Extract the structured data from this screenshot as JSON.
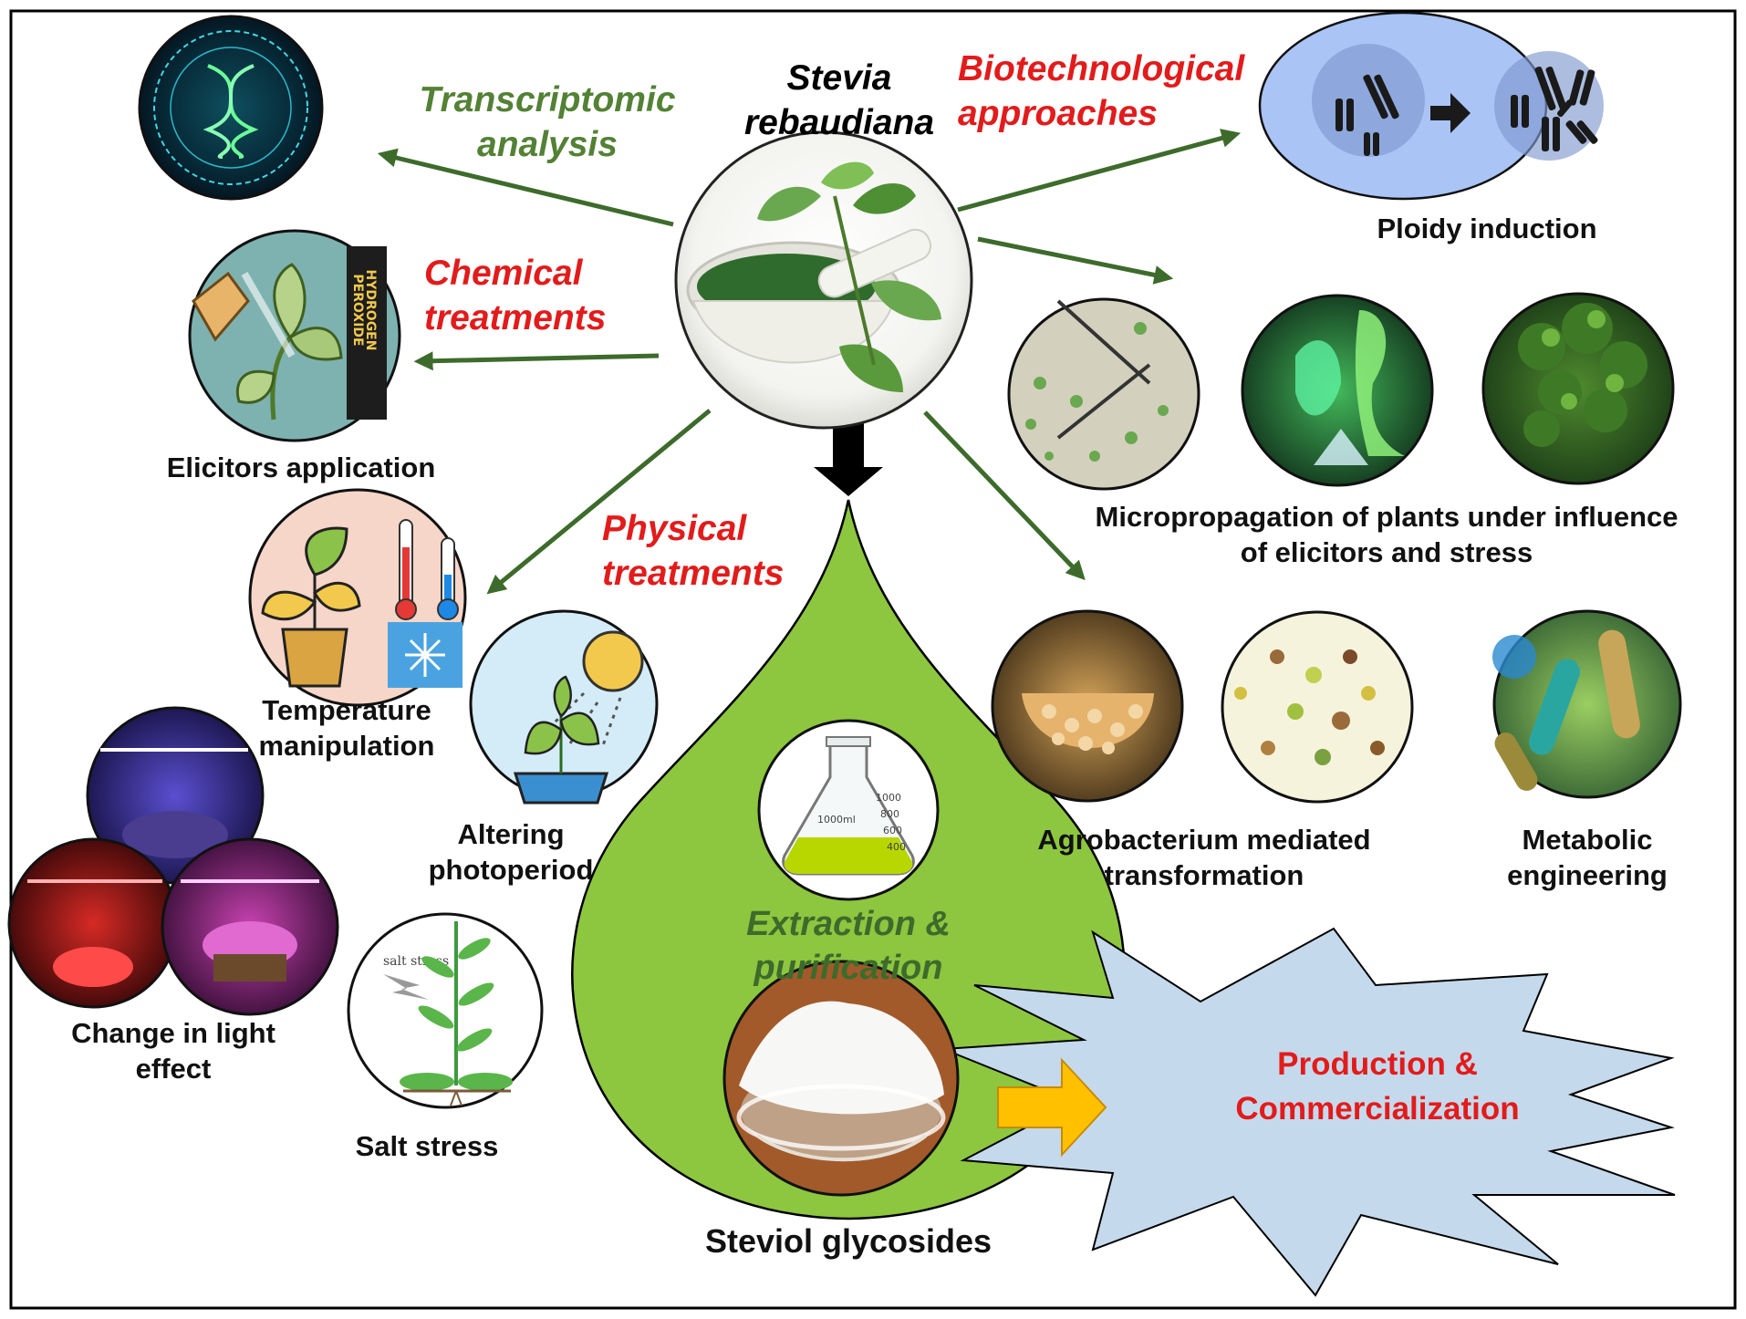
{
  "title": {
    "line1": "Stevia",
    "line2": "rebaudiana"
  },
  "categories": {
    "transcriptomic": {
      "line1": "Transcriptomic",
      "line2": "analysis"
    },
    "biotechnological": {
      "line1": "Biotechnological",
      "line2": "approaches"
    },
    "chemical": {
      "line1": "Chemical",
      "line2": "treatments"
    },
    "physical": {
      "line1": "Physical",
      "line2": "treatments"
    }
  },
  "captions": {
    "ploidy": "Ploidy induction",
    "elicitors": "Elicitors application",
    "micropropagation": {
      "line1": "Micropropagation of plants under influence",
      "line2": "of elicitors and stress"
    },
    "temperature": {
      "line1": "Temperature",
      "line2": "manipulation"
    },
    "photoperiod": {
      "line1": "Altering",
      "line2": "photoperiod"
    },
    "light": {
      "line1": "Change in light",
      "line2": "effect"
    },
    "salt": "Salt stress",
    "agrobacterium": {
      "line1": "Agrobacterium mediated",
      "line2": "transformation"
    },
    "metabolic": {
      "line1": "Metabolic",
      "line2": "engineering"
    }
  },
  "drop": {
    "extraction": {
      "line1": "Extraction &",
      "line2": "purification"
    },
    "product": "Steviol glycosides"
  },
  "burst": {
    "line1": "Production &",
    "line2": "Commercialization"
  },
  "flask_marks": [
    "1000",
    "800",
    "600",
    "400",
    "1000ml"
  ],
  "salt_stress_label": "salt stress",
  "bottle_label": {
    "line1": "HYDROGEN",
    "line2": "PEROXIDE"
  },
  "colors": {
    "category_red": "#e21b1b",
    "category_green": "#538135",
    "arrow_green": "#3d6b2b",
    "drop_fill": "#8dc63f",
    "burst_fill": "#c5d9ec",
    "ploidy_fill": "#a9c4f5",
    "yellow_arrow": "#ffc000"
  }
}
